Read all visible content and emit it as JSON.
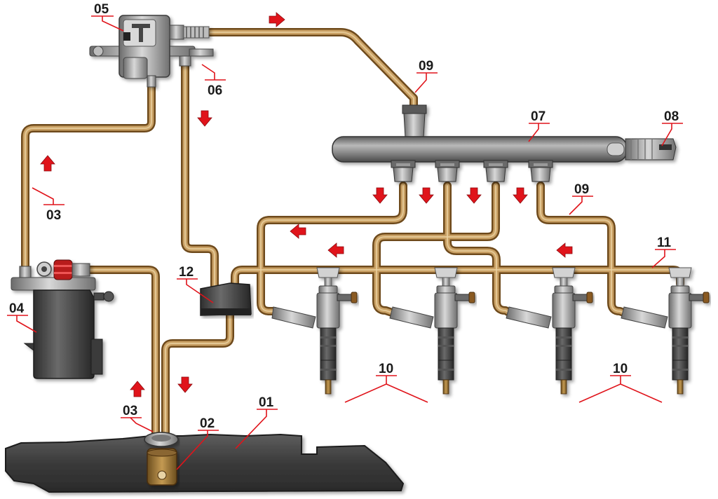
{
  "labels": {
    "tank": "01",
    "pickup": "02",
    "supply_bottom": "03",
    "supply_left": "03",
    "filter": "04",
    "pump": "05",
    "valve": "06",
    "rail": "07",
    "pressure_sensor": "08",
    "hp_line_top": "09",
    "hp_line_right": "09",
    "injectors_left": "10",
    "injectors_right": "10",
    "leak_line": "11",
    "cooler": "12"
  },
  "colors": {
    "pipe_outer": "#6e4a1c",
    "pipe_inner": "#c9a064",
    "arrow": "#e0141b",
    "metal_dark": "#3c3c3c",
    "metal_light": "#a9a9a9"
  },
  "flow_arrows": [
    {
      "name": "arrow-right-top",
      "direction": "right"
    },
    {
      "name": "arrow-down-return",
      "direction": "down"
    },
    {
      "name": "arrow-up-supply",
      "direction": "up"
    },
    {
      "name": "arrow-down-rail-1",
      "direction": "down"
    },
    {
      "name": "arrow-down-rail-2",
      "direction": "down"
    },
    {
      "name": "arrow-down-rail-3",
      "direction": "down"
    },
    {
      "name": "arrow-down-rail-4",
      "direction": "down"
    },
    {
      "name": "arrow-left-1",
      "direction": "left"
    },
    {
      "name": "arrow-left-2",
      "direction": "left"
    },
    {
      "name": "arrow-left-3",
      "direction": "left"
    },
    {
      "name": "arrow-up-bottom",
      "direction": "up"
    },
    {
      "name": "arrow-down-bottom",
      "direction": "down"
    }
  ]
}
